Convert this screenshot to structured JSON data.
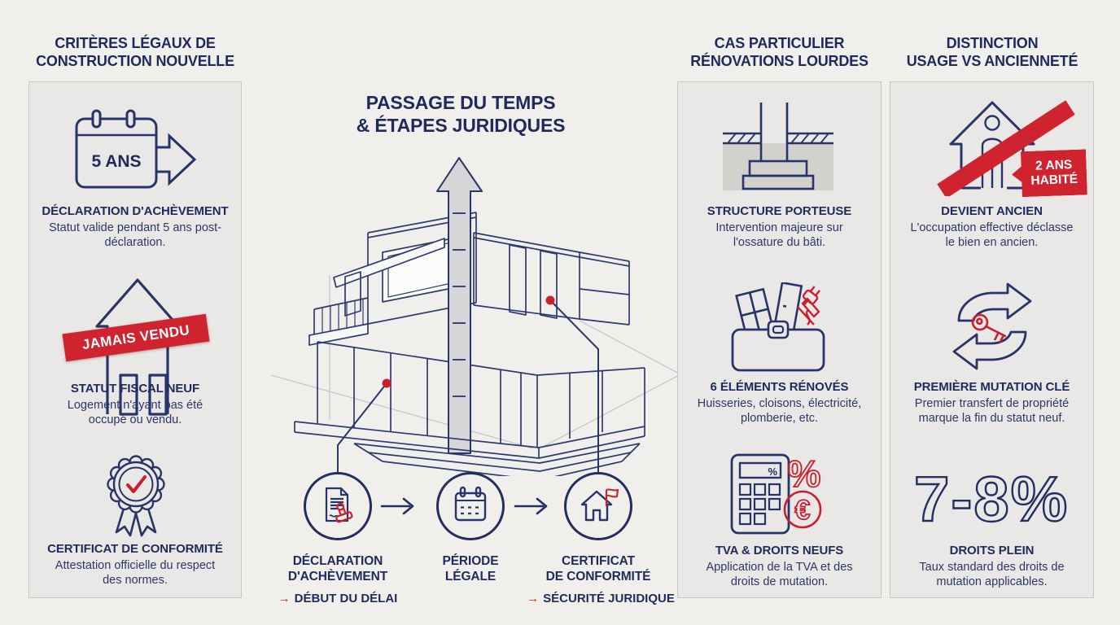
{
  "colors": {
    "background": "#f0efec",
    "card": "#e9e8e6",
    "navy": "#1f2a5b",
    "red": "#c9202f",
    "banner_red": "#d02330"
  },
  "legal": {
    "header1": "CRITÈRES LÉGAUX DE",
    "header2": "CONSTRUCTION NOUVELLE",
    "calendar_badge": "5 ANS",
    "item1_title": "DÉCLARATION D'ACHÈVEMENT",
    "item1_desc": "Statut valide pendant 5 ans post-déclaration.",
    "stamp": "JAMAIS VENDU",
    "item2_title": "STATUT FISCAL NEUF",
    "item2_desc": "Logement n'ayant pas été occupé ou vendu.",
    "item3_title": "CERTIFICAT DE CONFORMITÉ",
    "item3_desc": "Attestation officielle du respect des normes."
  },
  "timeline": {
    "title1": "PASSAGE DU TEMPS",
    "title2": "& ÉTAPES JURIDIQUES",
    "step1_title1": "DÉCLARATION",
    "step1_title2": "D'ACHÈVEMENT",
    "step1_arrow": "→",
    "step1_note": "DÉBUT DU DÉLAI",
    "step2_title1": "PÉRIODE",
    "step2_title2": "LÉGALE",
    "step3_title1": "CERTIFICAT",
    "step3_title2": "DE CONFORMITÉ",
    "step3_arrow": "→",
    "step3_note": "SÉCURITÉ JURIDIQUE"
  },
  "renovation": {
    "header1": "CAS PARTICULIER",
    "header2": "RÉNOVATIONS LOURDES",
    "item1_title": "STRUCTURE PORTEUSE",
    "item1_desc": "Intervention majeure sur l'ossature du bâti.",
    "item2_title": "6 ÉLÉMENTS RÉNOVÉS",
    "item2_desc": "Huisseries, cloisons, électricité, plomberie, etc.",
    "calc_display": "%",
    "calc_percent": "%",
    "calc_euro": "€",
    "item3_title": "TVA & DROITS NEUFS",
    "item3_desc": "Application de la TVA et des droits de mutation."
  },
  "distinction": {
    "header1": "DISTINCTION",
    "header2": "USAGE VS ANCIENNETÉ",
    "badge1": "2 ANS",
    "badge2": "HABITÉ",
    "item1_title": "DEVIENT ANCIEN",
    "item1_desc": "L'occupation effective déclasse le bien en ancien.",
    "item2_title": "PREMIÈRE MUTATION CLÉ",
    "item2_desc": "Premier transfert de propriété marque la fin du statut neuf.",
    "rate": "7-8%",
    "item3_title": "DROITS PLEIN",
    "item3_desc": "Taux standard des droits de mutation applicables."
  }
}
